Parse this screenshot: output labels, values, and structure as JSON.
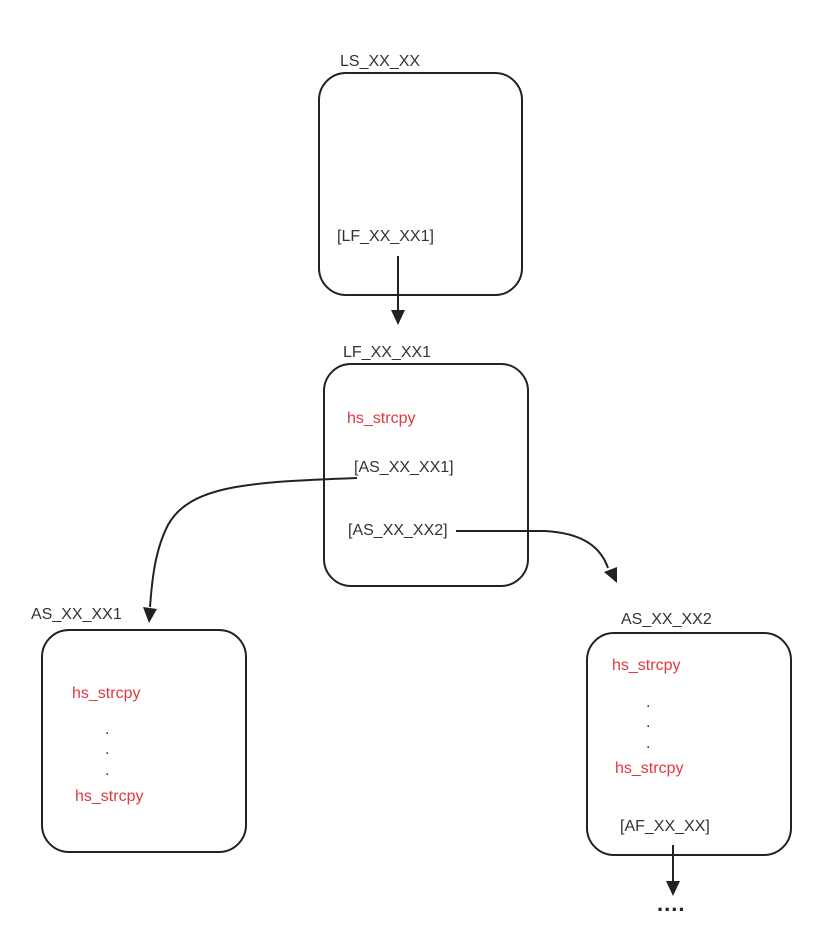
{
  "diagram": {
    "nodes": {
      "ls": {
        "title": "LS_XX_XX",
        "ref": "[LF_XX_XX1]"
      },
      "lf": {
        "title": "LF_XX_XX1",
        "call": "hs_strcpy",
        "ref1": "[AS_XX_XX1]",
        "ref2": "[AS_XX_XX2]"
      },
      "as1": {
        "title": "AS_XX_XX1",
        "call_first": "hs_strcpy",
        "dots": [
          ".",
          ".",
          "."
        ],
        "call_last": "hs_strcpy"
      },
      "as2": {
        "title": "AS_XX_XX2",
        "call_first": "hs_strcpy",
        "dots": [
          ".",
          ".",
          "."
        ],
        "call_last": "hs_strcpy",
        "ref": "[AF_XX_XX]"
      }
    },
    "continuation": "....",
    "edges": [
      {
        "from": "LS_XX_XX [LF_XX_XX1]",
        "to": "LF_XX_XX1"
      },
      {
        "from": "LF_XX_XX1 [AS_XX_XX1]",
        "to": "AS_XX_XX1"
      },
      {
        "from": "LF_XX_XX1 [AS_XX_XX2]",
        "to": "AS_XX_XX2"
      },
      {
        "from": "AS_XX_XX2 [AF_XX_XX]",
        "to": "...."
      }
    ],
    "colors": {
      "call_text": "#e0393e",
      "text": "#333333",
      "stroke": "#222222"
    }
  }
}
